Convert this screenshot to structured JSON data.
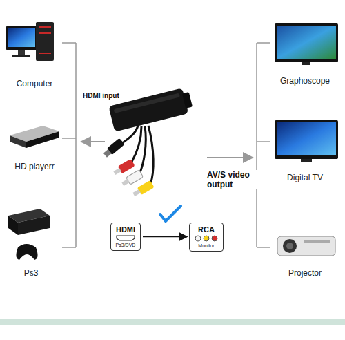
{
  "diagram": {
    "nodes": [
      {
        "text": [
          "Computer"
        ]
      },
      {
        "text": [
          "HD playerr"
        ]
      },
      {
        "text": [
          "Ps3"
        ]
      },
      {
        "text": [
          "Graphoscope"
        ]
      },
      {
        "text": [
          "Digital TV"
        ]
      },
      {
        "text": [
          "Projector"
        ]
      },
      {
        "text": [
          "HDMI",
          "Ps3/DVD"
        ]
      },
      {
        "text": [
          "RCA",
          "Monitor"
        ]
      }
    ],
    "edges": [
      {
        "from": 6,
        "to": 7,
        "arrow": "to"
      }
    ],
    "labels": [
      "HDMI input",
      "AV/S video output"
    ]
  }
}
